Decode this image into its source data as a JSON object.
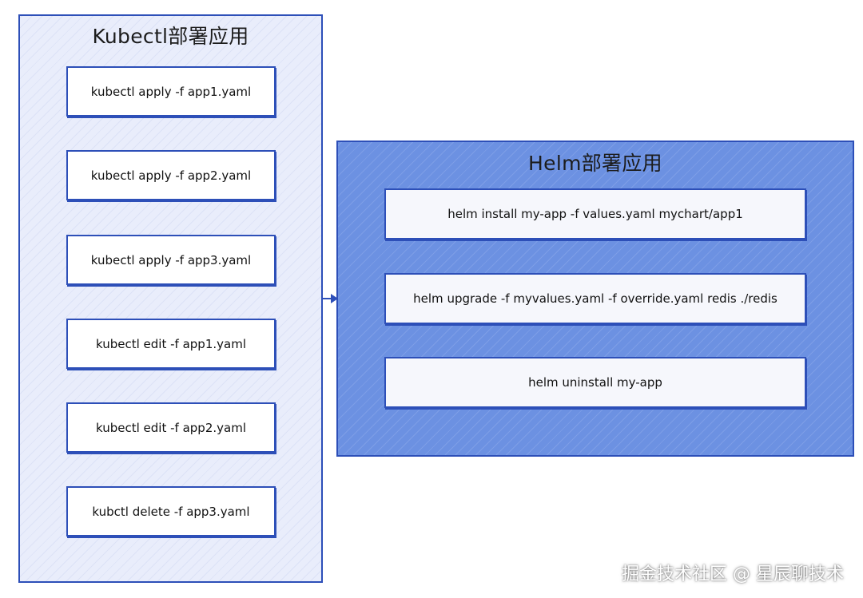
{
  "kubectl_panel": {
    "title": "Kubectl部署应用",
    "commands": [
      "kubectl apply -f app1.yaml",
      "kubectl apply -f app2.yaml",
      "kubectl apply -f app3.yaml",
      "kubectl edit -f app1.yaml",
      "kubectl edit -f app2.yaml",
      "kubctl delete -f app3.yaml"
    ]
  },
  "helm_panel": {
    "title": "Helm部署应用",
    "commands": [
      "helm install my-app -f values.yaml mychart/app1",
      "helm upgrade -f myvalues.yaml -f override.yaml redis ./redis",
      "helm uninstall my-app"
    ]
  },
  "watermark": "掘金技术社区 @ 星辰聊技术",
  "colors": {
    "stroke": "#2d4fb8",
    "kubectl_fill": "#e9edfb",
    "helm_fill": "#6c91e2"
  }
}
